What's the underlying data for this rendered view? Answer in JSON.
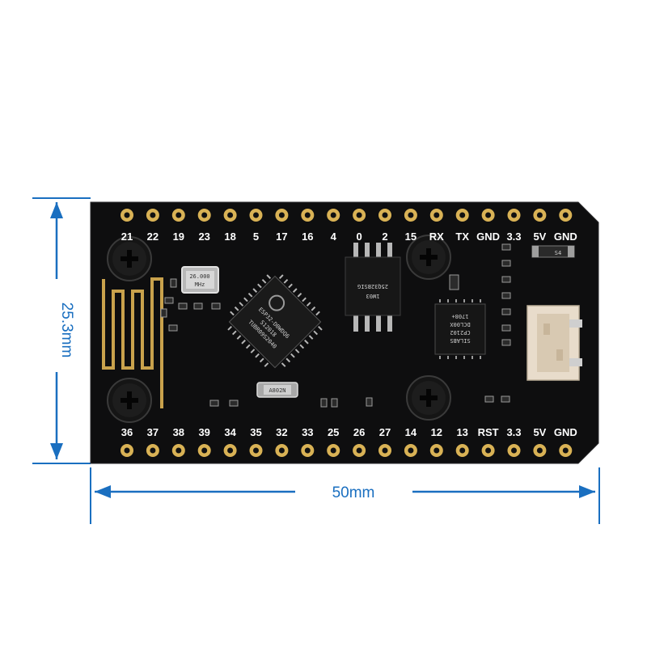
{
  "dimensions": {
    "height_label": "25.3mm",
    "width_label": "50mm"
  },
  "top_pins": [
    "21",
    "22",
    "19",
    "23",
    "18",
    "5",
    "17",
    "16",
    "4",
    "0",
    "2",
    "15",
    "RX",
    "TX",
    "GND",
    "3.3",
    "5V",
    "GND"
  ],
  "bottom_pins": [
    "36",
    "37",
    "38",
    "39",
    "34",
    "35",
    "32",
    "33",
    "25",
    "26",
    "27",
    "14",
    "12",
    "13",
    "RST",
    "3.3",
    "5V",
    "GND"
  ],
  "chips": {
    "crystal": [
      "26.000",
      "MHz"
    ],
    "esp32": [
      "ESP32-D0WDQ6",
      "S12018",
      "TUBR09S2040"
    ],
    "flash": [
      "25Q32BSIG",
      "1W03"
    ],
    "cp2102": [
      "SILABS",
      "CP2102",
      "DCL00X",
      "1708+"
    ],
    "small_crystal": "A802N",
    "diode": "S4"
  },
  "colors": {
    "pcb": "#0e0e0f",
    "gold": "#d9b255",
    "dimension": "#1a6fc0"
  }
}
